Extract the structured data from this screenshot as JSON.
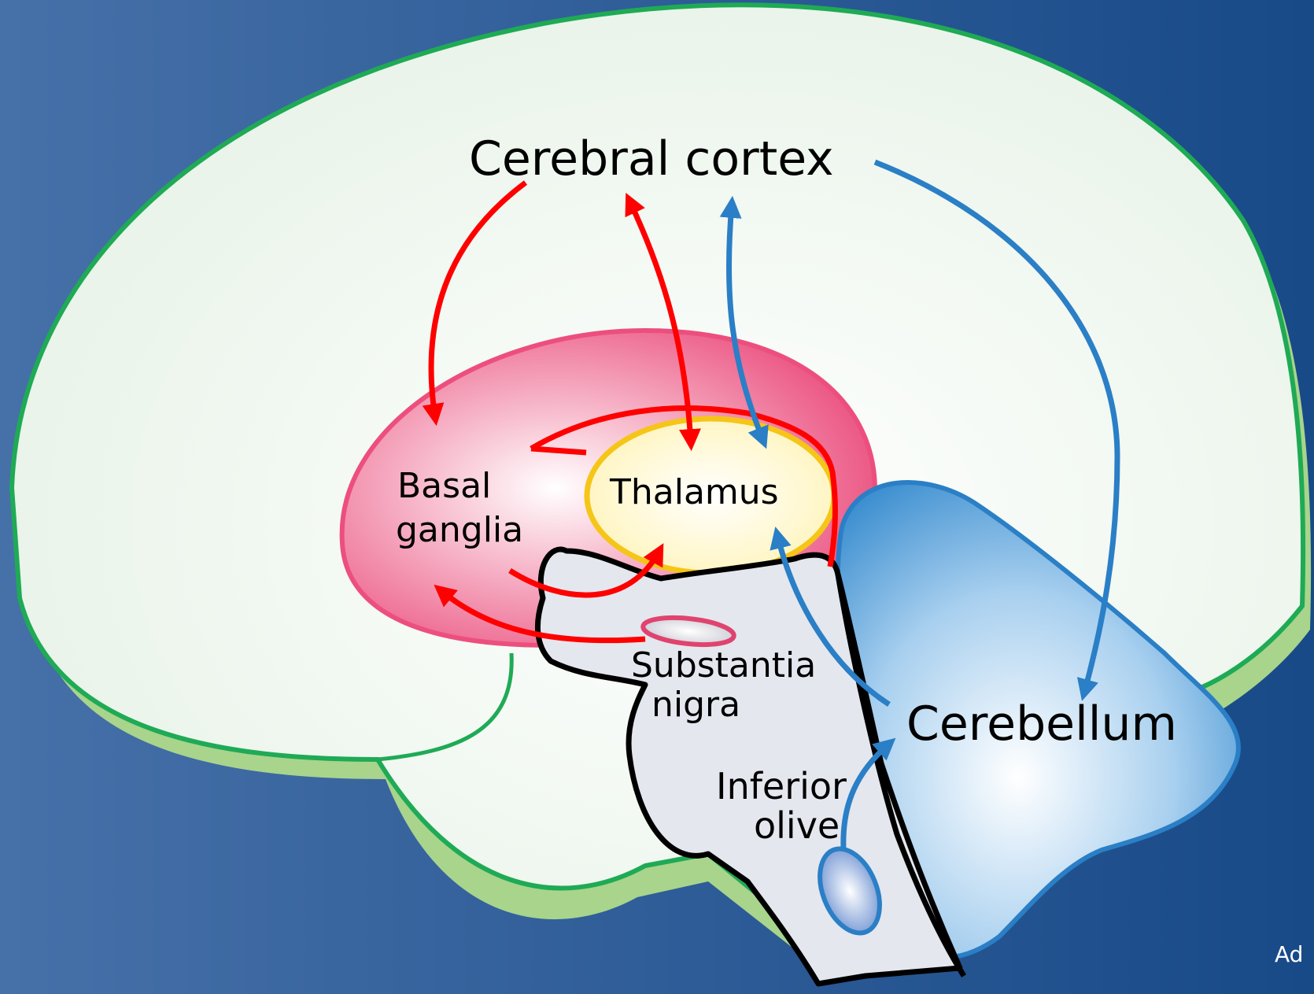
{
  "labels": {
    "cerebral_cortex": "Cerebral cortex",
    "basal_ganglia_line1": "Basal",
    "basal_ganglia_line2": "ganglia",
    "thalamus": "Thalamus",
    "substantia_nigra_line1": "Substantia",
    "substantia_nigra_line2": "nigra",
    "cerebellum": "Cerebellum",
    "inferior_olive_line1": "Inferior",
    "inferior_olive_line2": "olive",
    "corner_text": "Ad"
  },
  "colors": {
    "background_light": "#4a72a8",
    "background_dark": "#1a4a88",
    "cortex_fill": "#eef6ee",
    "cortex_outline": "#1faa55",
    "cortex_shadow": "#a8d48c",
    "basal_ganglia": "#ec4f7e",
    "thalamus_outline": "#f5c518",
    "thalamus_fill": "#fffbe0",
    "brainstem_fill": "#e4e7ee",
    "brainstem_outline": "#000000",
    "cerebellum": "#2f86c8",
    "red_pathway": "#ff0000",
    "blue_pathway": "#2a7fc6"
  }
}
